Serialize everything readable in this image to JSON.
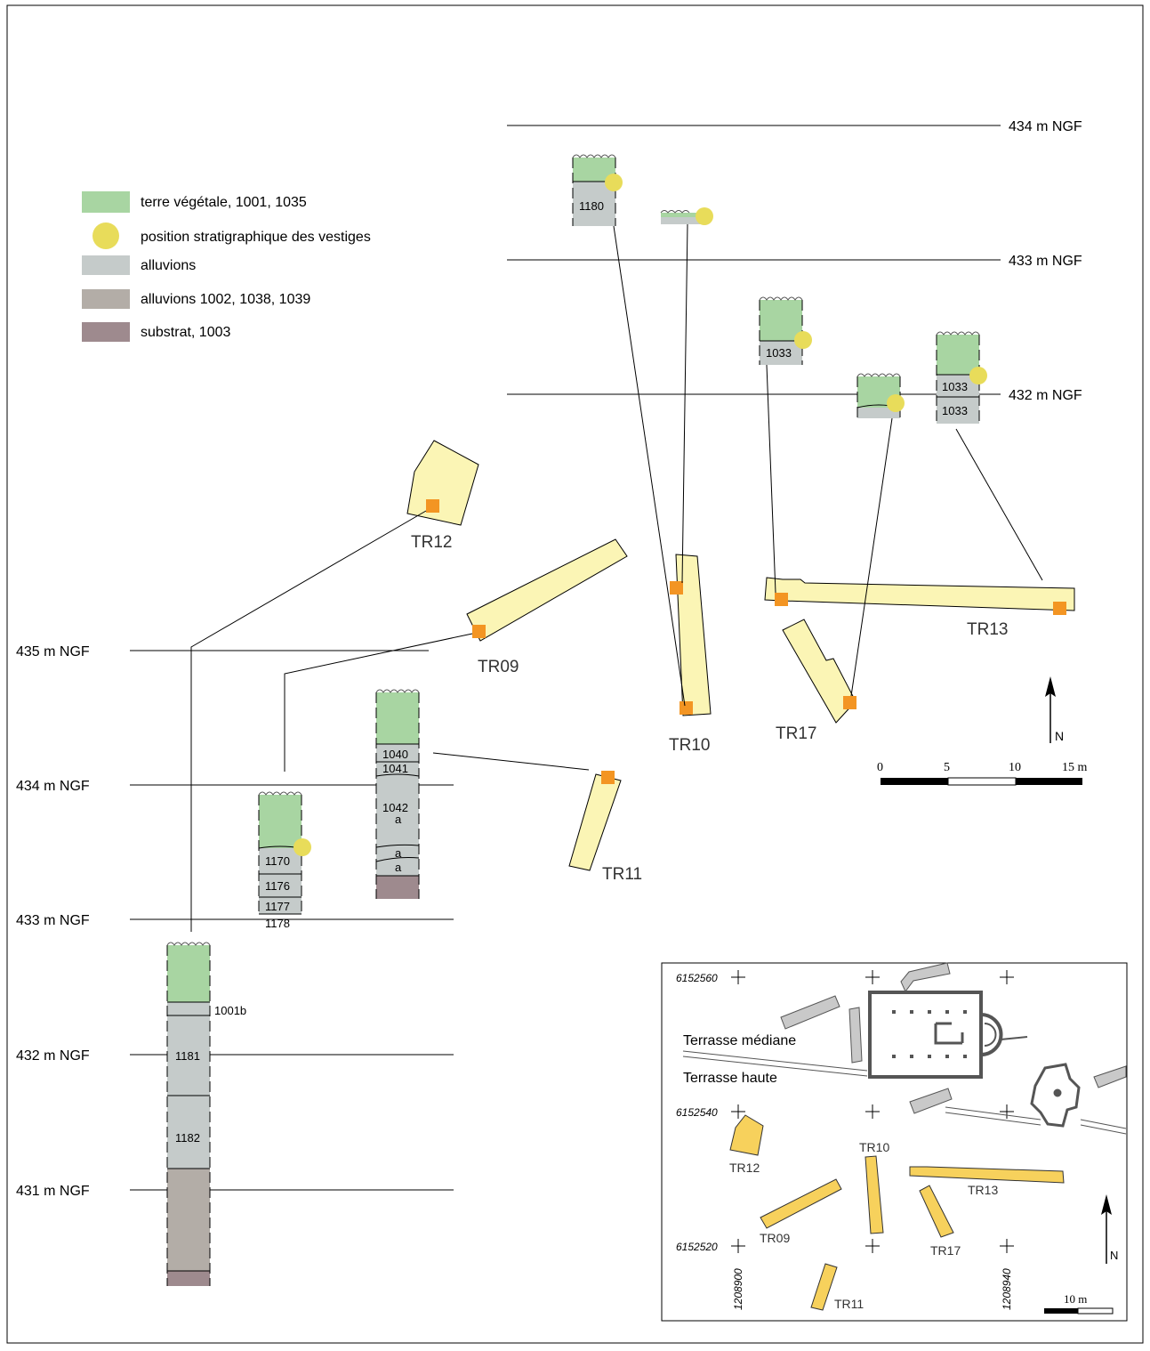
{
  "colors": {
    "vegetal": "#a8d5a2",
    "vestige": "#e8dc5a",
    "alluvions": "#c5cbca",
    "alluvions_dark": "#b3ada7",
    "substrat": "#9e8a8e",
    "trench": "#fbf5b5",
    "trench_inset": "#f7d15c",
    "marker": "#f39523",
    "building": "#c9c9c9"
  },
  "legend": [
    {
      "label": "terre végétale, 1001, 1035",
      "swatch": "vegetal"
    },
    {
      "label": "position stratigraphique des vestiges",
      "swatch": "vestige"
    },
    {
      "label": "alluvions",
      "swatch": "alluvions"
    },
    {
      "label": "alluvions 1002, 1038, 1039",
      "swatch": "alluvions_dark"
    },
    {
      "label": "substrat, 1003",
      "swatch": "substrat"
    }
  ],
  "levels_right": [
    "434 m NGF",
    "433 m NGF",
    "432 m NGF"
  ],
  "levels_left": [
    "435 m NGF",
    "434 m NGF",
    "433 m NGF",
    "432 m NGF",
    "431 m NGF"
  ],
  "trenches": {
    "tr12": "TR12",
    "tr09": "TR09",
    "tr10": "TR10",
    "tr11": "TR11",
    "tr13": "TR13",
    "tr17": "TR17"
  },
  "units": {
    "u1180": "1180",
    "u1033a": "1033",
    "u1033b": "1033",
    "u1033c": "1033",
    "u1040": "1040",
    "u1041": "1041",
    "u1042": "1042",
    "a1": "a",
    "a2": "a",
    "a3": "a",
    "u1170": "1170",
    "u1176": "1176",
    "u1177": "1177",
    "u1178": "1178",
    "u1001b": "1001b",
    "u1181": "1181",
    "u1182": "1182"
  },
  "scale_main": {
    "ticks": [
      "0",
      "5",
      "10",
      "15 m"
    ]
  },
  "north": "N",
  "inset": {
    "coord_y": [
      "6152560",
      "6152540",
      "6152520"
    ],
    "coord_x": [
      "1208900",
      "1208940"
    ],
    "terrace_median": "Terrasse médiane",
    "terrace_high": "Terrasse haute",
    "scale_label": "10 m",
    "north": "N"
  }
}
